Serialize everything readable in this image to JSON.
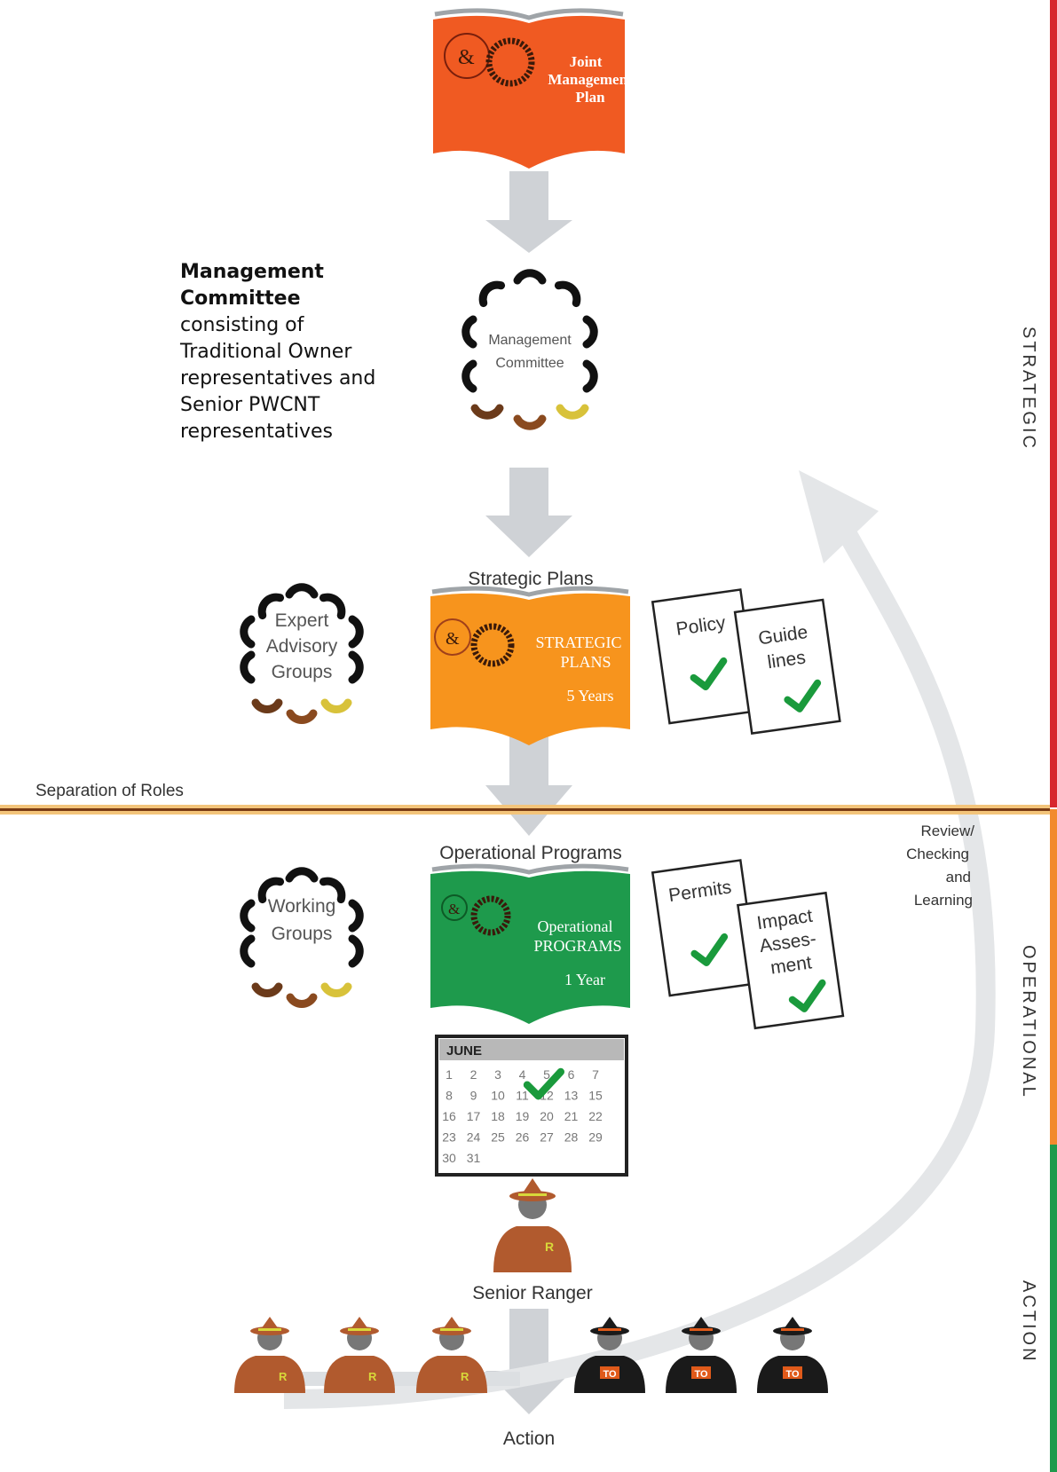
{
  "joint_plan": {
    "line1": "Joint",
    "line2": "Management",
    "line3": "Plan"
  },
  "management_committee": {
    "circle_line1": "Management",
    "circle_line2": "Committee",
    "desc_bold1": "Management",
    "desc_bold2": "Committee",
    "desc_lines": [
      "consisting of",
      "Traditional Owner",
      "representatives and",
      "Senior PWCNT",
      "representatives"
    ]
  },
  "strategic_plans": {
    "heading": "Strategic Plans",
    "book_line1": "STRATEGIC",
    "book_line2": "PLANS",
    "book_line3": "5 Years"
  },
  "expert_groups": {
    "line1": "Expert",
    "line2": "Advisory",
    "line3": "Groups"
  },
  "policy_card": "Policy",
  "guidelines_card": {
    "line1": "Guide",
    "line2": "lines"
  },
  "separation_label": "Separation of Roles",
  "operational_programs": {
    "heading": "Operational Programs",
    "book_line1": "Operational",
    "book_line2": "PROGRAMS",
    "book_line3": "1 Year"
  },
  "working_groups": {
    "line1": "Working",
    "line2": "Groups"
  },
  "permits_card": "Permits",
  "impact_card": {
    "line1": "Impact",
    "line2": "Asses-",
    "line3": "ment"
  },
  "review_label": {
    "line1": "Review/",
    "line2": "Checking",
    "line3": "and",
    "line4": "Learning"
  },
  "calendar": {
    "month": "JUNE",
    "rows": [
      [
        "1",
        "2",
        "3",
        "4",
        "5",
        "6",
        "7"
      ],
      [
        "8",
        "9",
        "10",
        "11",
        "12",
        "13",
        "15"
      ],
      [
        "16",
        "17",
        "18",
        "19",
        "20",
        "21",
        "22"
      ],
      [
        "23",
        "24",
        "25",
        "26",
        "27",
        "28",
        "29"
      ],
      [
        "30",
        "31",
        "",
        "",
        "",
        "",
        ""
      ]
    ]
  },
  "senior_ranger": {
    "label": "Senior Ranger",
    "badge": "R"
  },
  "ranger_badge": "R",
  "to_badge": "TO",
  "action_label": "Action",
  "side_labels": {
    "strategic": "STRATEGIC",
    "operational": "OPERATIONAL",
    "action": "ACTION"
  },
  "colors": {
    "joint_plan": "#f05a22",
    "strategic_plan": "#f7941d",
    "operational_program": "#1e9a4c",
    "strategic_bar": "#d7262d",
    "operational_bar": "#f28a2e",
    "action_bar": "#1e9a4c",
    "flow_arrow": "#cfd2d6",
    "ranger": "#b15a2e",
    "traditional_owner": "#1a1a1a",
    "check": "#1a9a3c"
  }
}
